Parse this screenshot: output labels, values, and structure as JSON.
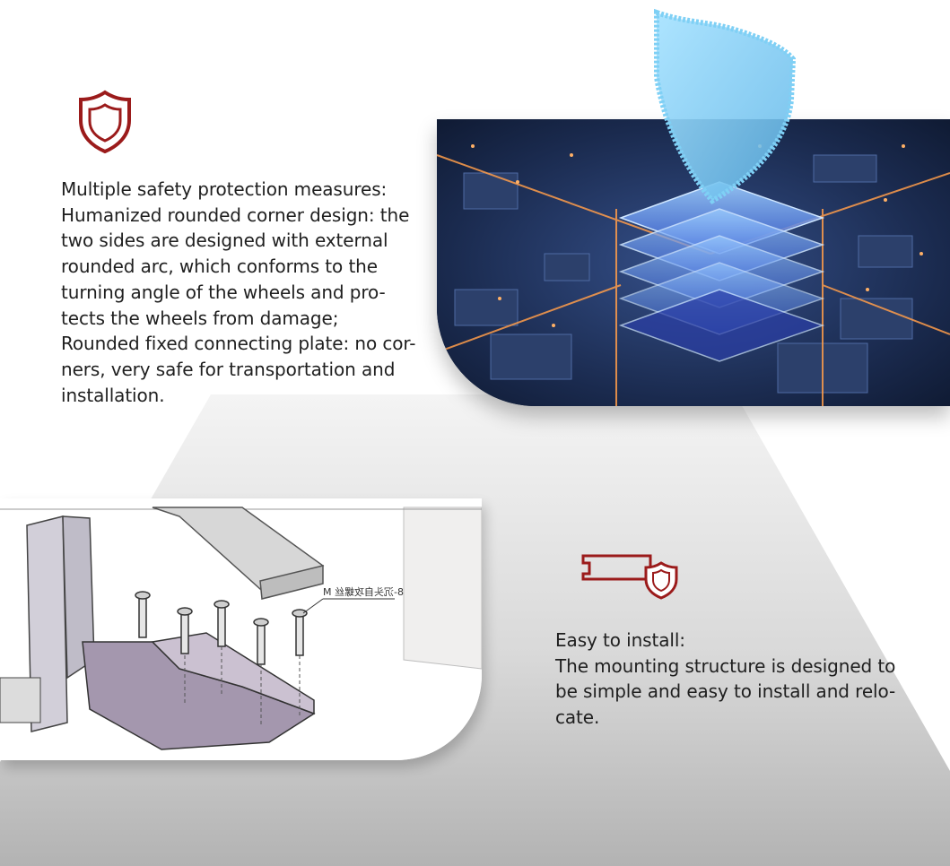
{
  "colors": {
    "accent": "#9b1b1b",
    "text": "#1f1f1f",
    "background": "#ffffff",
    "cone_gray": "#b9b9b9"
  },
  "features": [
    {
      "icon": "shield-icon",
      "text": "Multiple safety protection measures:\nHumanized rounded corner design: the\ntwo sides are designed with external\nrounded arc, which conforms to the\nturning angle of the wheels and pro-\ntects the wheels from damage;\nRounded fixed connecting plate: no cor-\nners, very safe for transportation and\ninstallation."
    },
    {
      "icon": "mounting-plate-shield-icon",
      "text": "Easy to install:\nThe mounting structure is designed to\nbe simple and easy to install and relo-\ncate."
    }
  ],
  "images": {
    "tech": "circuit-board-with-shield-image",
    "drawing": "mounting-structure-drawing",
    "drawing_annotation": "8-沉头自攻螺丝 M"
  }
}
